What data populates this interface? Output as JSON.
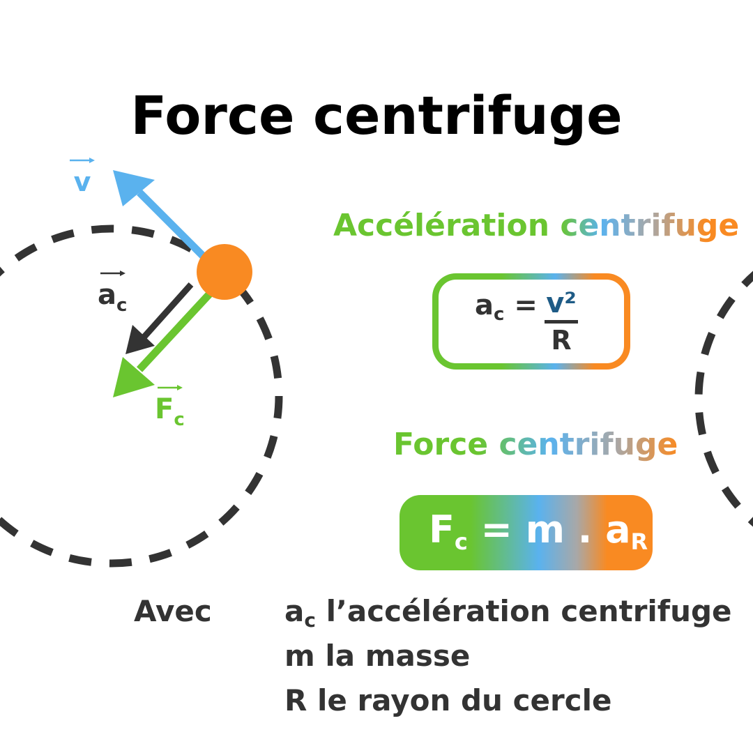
{
  "title": "Force centrifuge",
  "labels": {
    "v": "v",
    "a": "a",
    "a_sub": "c",
    "F": "F",
    "F_sub": "c"
  },
  "accel_section": {
    "heading": "Accélération centrifuge",
    "formula_lhs": "a",
    "formula_lhs_sub": "c",
    "formula_eq": " = ",
    "numerator": "v²",
    "denominator": "R"
  },
  "force_section": {
    "heading": "Force centrifuge",
    "formula_lhs": "F",
    "formula_lhs_sub": "c",
    "formula_mid": " = m . a",
    "formula_rhs_sub": "R"
  },
  "legend": {
    "avec": "Avec",
    "ac_symbol": "a",
    "ac_sub": "c",
    "ac_text": " l’accélération centrifuge",
    "m_text": "m la masse",
    "r_text": "R le rayon du cercle"
  },
  "colors": {
    "green": "#6ac530",
    "blue": "#5ab2ee",
    "orange": "#f98a22",
    "dark": "#333333",
    "formula_blue": "#1e5b86"
  }
}
